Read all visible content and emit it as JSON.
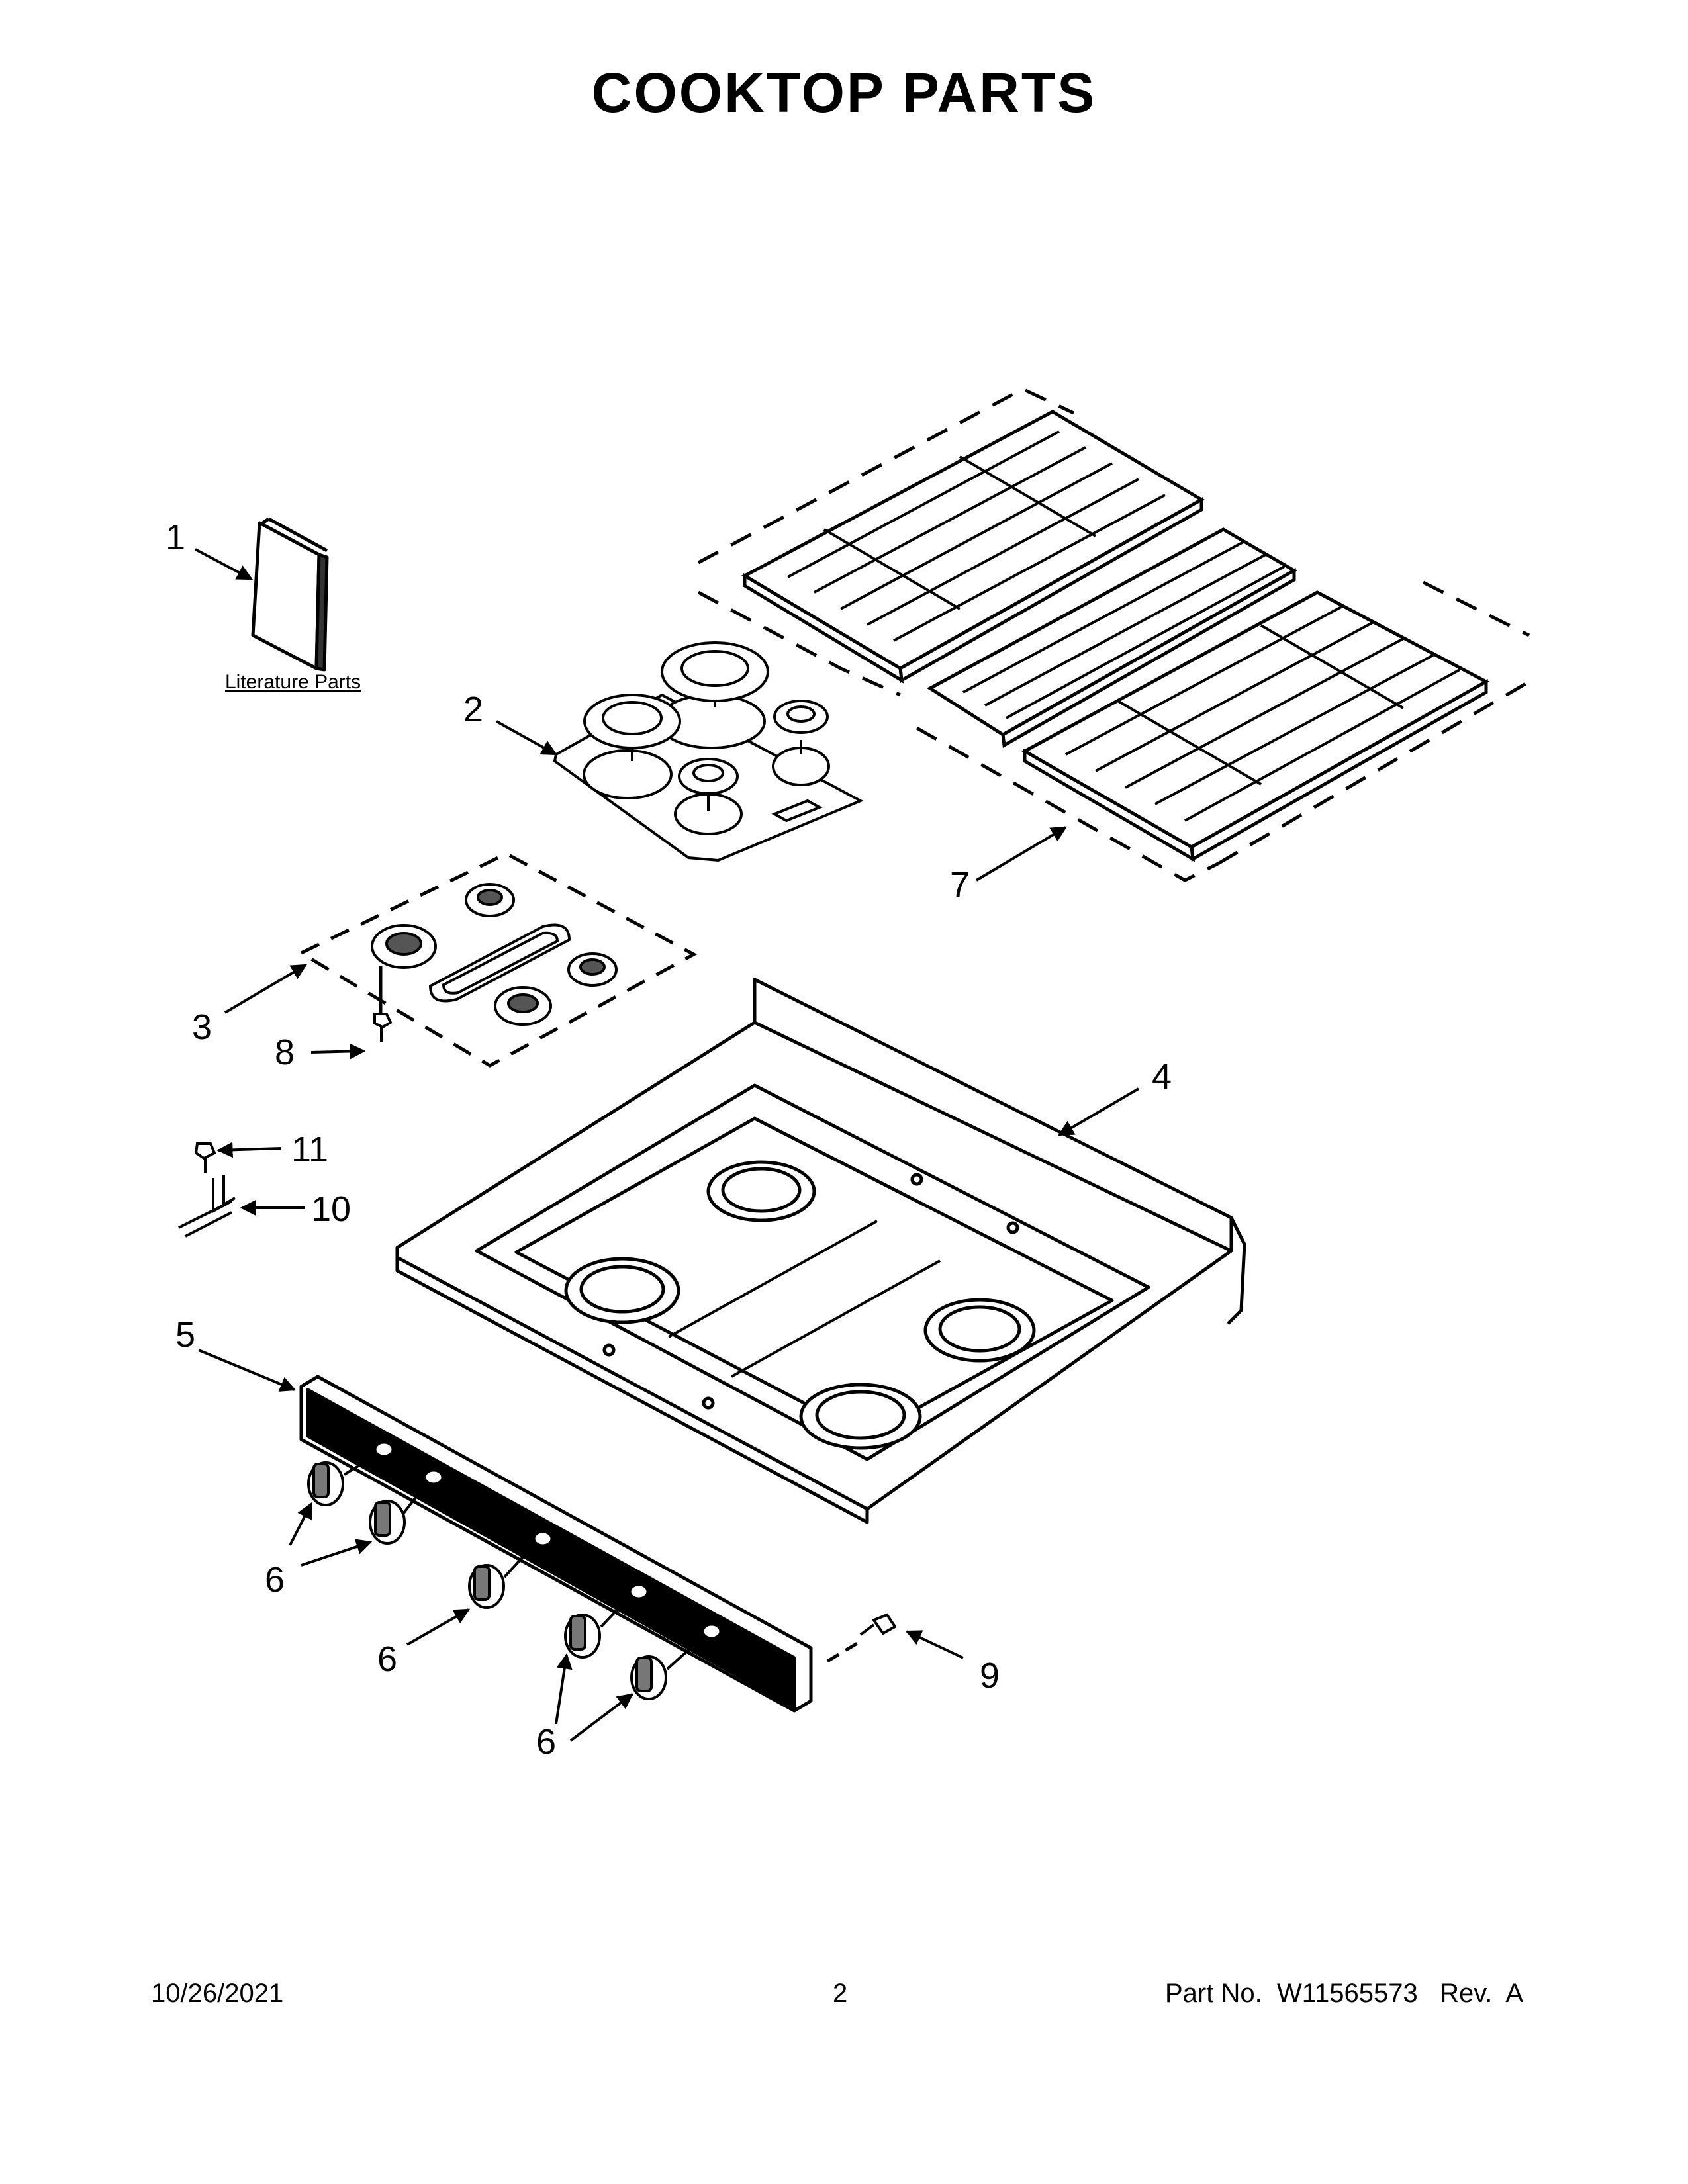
{
  "title": "COOKTOP PARTS",
  "literature_label": "Literature Parts",
  "callouts": [
    {
      "id": "c1",
      "text": "1"
    },
    {
      "id": "c2",
      "text": "2"
    },
    {
      "id": "c3",
      "text": "3"
    },
    {
      "id": "c4",
      "text": "4"
    },
    {
      "id": "c5",
      "text": "5"
    },
    {
      "id": "c6a",
      "text": "6"
    },
    {
      "id": "c6b",
      "text": "6"
    },
    {
      "id": "c6c",
      "text": "6"
    },
    {
      "id": "c7",
      "text": "7"
    },
    {
      "id": "c8",
      "text": "8"
    },
    {
      "id": "c9",
      "text": "9"
    },
    {
      "id": "c10",
      "text": "10"
    },
    {
      "id": "c11",
      "text": "11"
    }
  ],
  "footer": {
    "date": "10/26/2021",
    "page": "2",
    "part_prefix": "Part No.",
    "part_number": "W11565573",
    "revision": "Rev.  A"
  }
}
